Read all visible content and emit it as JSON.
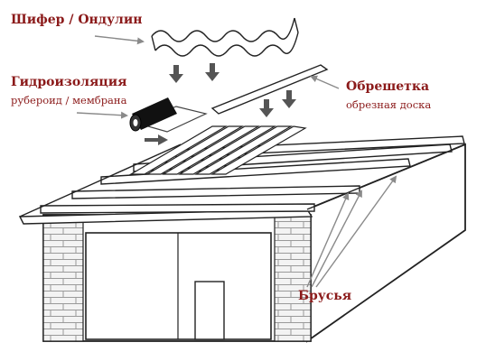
{
  "labels": {
    "slate": "Шифер / Ондулин",
    "waterproofing": "Гидроизоляция",
    "waterproofing_sub": "рубероид / мембрана",
    "lathing": "Обрешетка",
    "lathing_sub": "обрезная доска",
    "beams": "Брусья"
  },
  "colors": {
    "label": "#8b1a1a",
    "line": "#222222",
    "arrow": "#555555",
    "pointer": "#8a8a8a",
    "brick_face": "#f2f2f2",
    "brick_line": "#9a9a9a"
  }
}
